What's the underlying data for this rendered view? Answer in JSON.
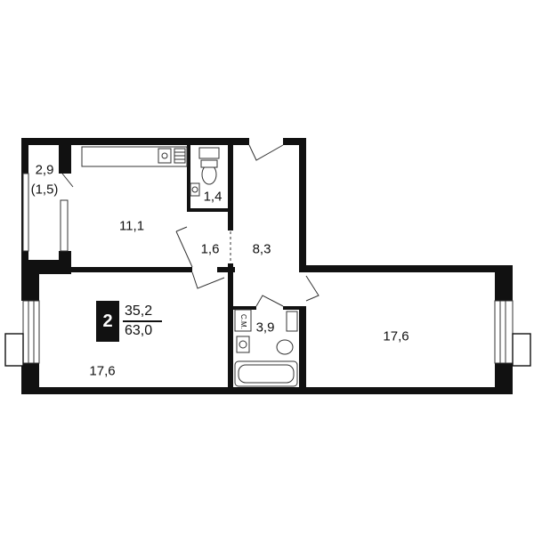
{
  "apartment": {
    "rooms_count": "2",
    "living_area": "35,2",
    "total_area": "63,0"
  },
  "rooms": {
    "balcony_area": "2,9",
    "balcony_area_reduced": "(1,5)",
    "kitchen": "11,1",
    "toilet": "1,4",
    "corridor_small": "1,6",
    "hall": "8,3",
    "bathroom": "3,9",
    "bedroom_left": "17,6",
    "bedroom_right": "17,6"
  },
  "fixtures": {
    "washer_label": "С.М."
  },
  "colors": {
    "wall": "#111111",
    "fixture_line": "#333333",
    "background": "#ffffff"
  }
}
